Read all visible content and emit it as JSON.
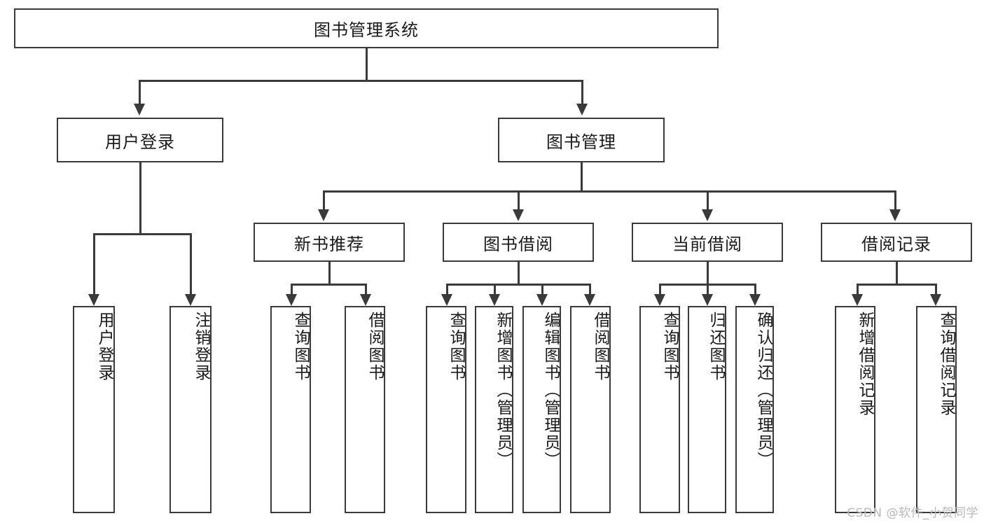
{
  "title": "图书管理系统",
  "watermark": "CSDN @软件_小贺同学",
  "colors": {
    "stroke": "#3a3a3a",
    "background": "#ffffff",
    "text": "#1a1a1a",
    "watermark": "#b9b9b9"
  },
  "root": {
    "label": "图书管理系统"
  },
  "level2": [
    {
      "label": "用户登录"
    },
    {
      "label": "图书管理"
    }
  ],
  "level3": [
    {
      "label": "新书推荐"
    },
    {
      "label": "图书借阅"
    },
    {
      "label": "当前借阅"
    },
    {
      "label": "借阅记录"
    }
  ],
  "leaves": {
    "user_login": [
      {
        "label": "用户登录"
      },
      {
        "label": "注销登录"
      }
    ],
    "new_book_recommend": [
      {
        "label": "查询图书"
      },
      {
        "label": "借阅图书"
      }
    ],
    "book_borrow": [
      {
        "label": "查询图书"
      },
      {
        "label": "新增图书（管理员）"
      },
      {
        "label": "编辑图书（管理员）"
      },
      {
        "label": "借阅图书"
      }
    ],
    "current_borrow": [
      {
        "label": "查询图书"
      },
      {
        "label": "归还图书"
      },
      {
        "label": "确认归还（管理员）"
      }
    ],
    "borrow_record": [
      {
        "label": "新增借阅记录"
      },
      {
        "label": "查询借阅记录"
      }
    ]
  }
}
